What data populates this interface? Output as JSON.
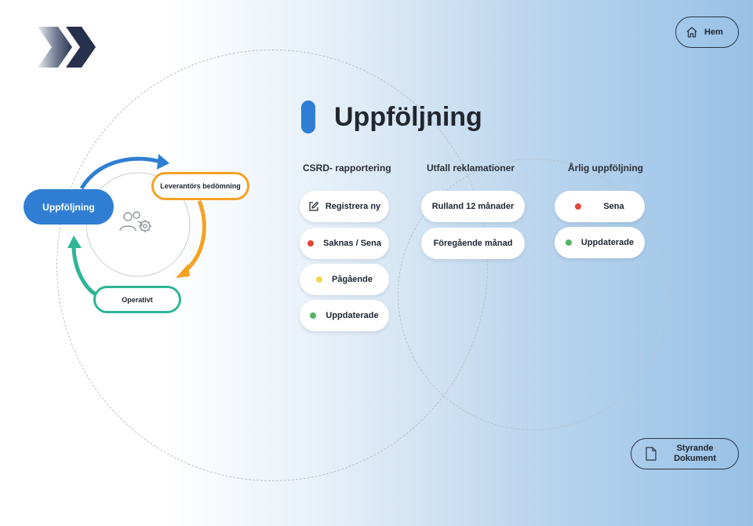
{
  "header": {
    "home_label": "Hem",
    "home_icon": "home-icon"
  },
  "logo": {
    "icon": "double-chevron-logo"
  },
  "title": {
    "text": "Uppföljning",
    "accent": "#2f7ed3"
  },
  "cycle": {
    "center_icon": "users-gear-icon",
    "nodes": {
      "main": "Uppföljning",
      "supplier": "Leverantörs bedömning",
      "operative": "Operativt"
    },
    "colors": {
      "blue": "#2f7ed3",
      "orange": "#f4a124",
      "green": "#2fb596"
    }
  },
  "columns": [
    {
      "heading": "CSRD- rapportering",
      "items": [
        {
          "label": "Registrera ny",
          "icon": "edit-icon"
        },
        {
          "label": "Saknas / Sena",
          "status": "#e0473a"
        },
        {
          "label": "Pågående",
          "status": "#f2d54e"
        },
        {
          "label": "Uppdaterade",
          "status": "#57b461"
        }
      ]
    },
    {
      "heading": "Utfall reklamationer",
      "items": [
        {
          "label": "Rulland 12 månader"
        },
        {
          "label": "Föregående månad"
        }
      ]
    },
    {
      "heading": "Årlig uppföljning",
      "items": [
        {
          "label": "Sena",
          "status": "#e0473a"
        },
        {
          "label": "Uppdaterade",
          "status": "#57b461"
        }
      ]
    }
  ],
  "footer": {
    "doc_line1": "Styrande",
    "doc_line2": "Dokument",
    "doc_icon": "document-icon"
  }
}
